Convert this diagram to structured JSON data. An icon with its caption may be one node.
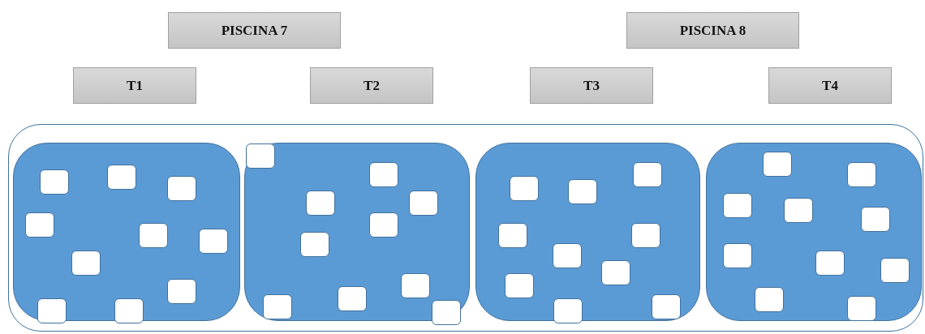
{
  "diagram": {
    "nodes": [
      {
        "text": [
          "PISCINA 7"
        ]
      },
      {
        "text": [
          "PISCINA 8"
        ]
      },
      {
        "text": [
          "T1"
        ]
      },
      {
        "text": [
          "T2"
        ]
      },
      {
        "text": [
          "T3"
        ]
      },
      {
        "text": [
          "T4"
        ]
      },
      {
        "text": [],
        "shape": "box"
      },
      {
        "text": [],
        "shape": "box",
        "in": 6
      },
      {
        "text": [],
        "shape": "box",
        "in": 6
      },
      {
        "text": [],
        "shape": "box",
        "in": 6
      },
      {
        "text": [],
        "shape": "box",
        "in": 6
      },
      {
        "text": [],
        "shape": "box",
        "in": 7
      },
      {
        "text": [],
        "shape": "box",
        "in": 7
      },
      {
        "text": [],
        "shape": "box",
        "in": 7
      },
      {
        "text": [],
        "shape": "box",
        "in": 7
      },
      {
        "text": [],
        "shape": "box",
        "in": 7
      },
      {
        "text": [],
        "shape": "box",
        "in": 7
      },
      {
        "text": [],
        "shape": "box",
        "in": 7
      },
      {
        "text": [],
        "shape": "box",
        "in": 7
      },
      {
        "text": [],
        "shape": "box",
        "in": 7
      },
      {
        "text": [],
        "shape": "box",
        "in": 7
      },
      {
        "text": [],
        "shape": "box",
        "in": 8
      },
      {
        "text": [],
        "shape": "box",
        "in": 8
      },
      {
        "text": [],
        "shape": "box",
        "in": 8
      },
      {
        "text": [],
        "shape": "box",
        "in": 8
      },
      {
        "text": [],
        "shape": "box",
        "in": 8
      },
      {
        "text": [],
        "shape": "box",
        "in": 8
      },
      {
        "text": [],
        "shape": "box",
        "in": 8
      },
      {
        "text": [],
        "shape": "box",
        "in": 8
      },
      {
        "text": [],
        "shape": "box",
        "in": 8
      },
      {
        "text": [],
        "shape": "box",
        "in": 8
      },
      {
        "text": [],
        "shape": "box",
        "in": 9
      },
      {
        "text": [],
        "shape": "box",
        "in": 9
      },
      {
        "text": [],
        "shape": "box",
        "in": 9
      },
      {
        "text": [],
        "shape": "box",
        "in": 9
      },
      {
        "text": [],
        "shape": "box",
        "in": 9
      },
      {
        "text": [],
        "shape": "box",
        "in": 9
      },
      {
        "text": [],
        "shape": "box",
        "in": 9
      },
      {
        "text": [],
        "shape": "box",
        "in": 9
      },
      {
        "text": [],
        "shape": "box",
        "in": 9
      },
      {
        "text": [],
        "shape": "box",
        "in": 9
      },
      {
        "text": [],
        "shape": "box",
        "in": 10
      },
      {
        "text": [],
        "shape": "box",
        "in": 10
      },
      {
        "text": [],
        "shape": "box",
        "in": 10
      },
      {
        "text": [],
        "shape": "box",
        "in": 10
      },
      {
        "text": [],
        "shape": "box",
        "in": 10
      },
      {
        "text": [],
        "shape": "box",
        "in": 10
      },
      {
        "text": [],
        "shape": "box",
        "in": 10
      },
      {
        "text": [],
        "shape": "box",
        "in": 10
      },
      {
        "text": [],
        "shape": "box",
        "in": 10
      },
      {
        "text": [],
        "shape": "box",
        "in": 10
      }
    ]
  }
}
